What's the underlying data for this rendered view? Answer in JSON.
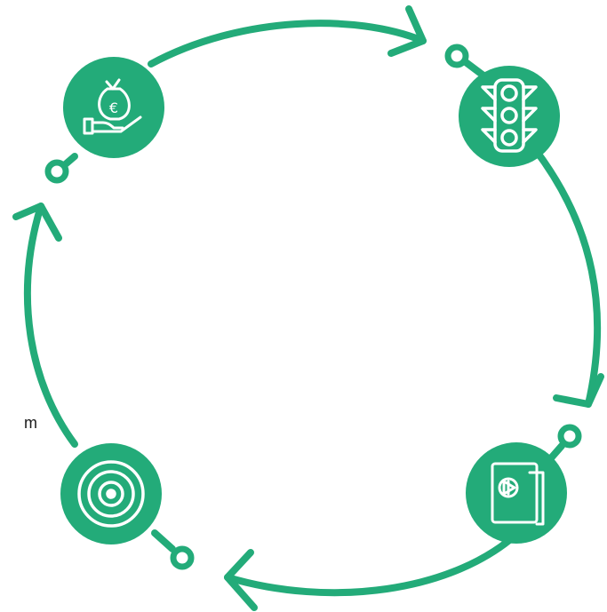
{
  "diagram": {
    "accent_color": "#23ab79",
    "edge_text": "m",
    "nodes": [
      {
        "id": "finance",
        "icon": "money-bag-euro-hand-icon"
      },
      {
        "id": "traffic",
        "icon": "traffic-light-icon"
      },
      {
        "id": "folder",
        "icon": "document-folder-icon"
      },
      {
        "id": "target",
        "icon": "target-icon"
      }
    ]
  }
}
